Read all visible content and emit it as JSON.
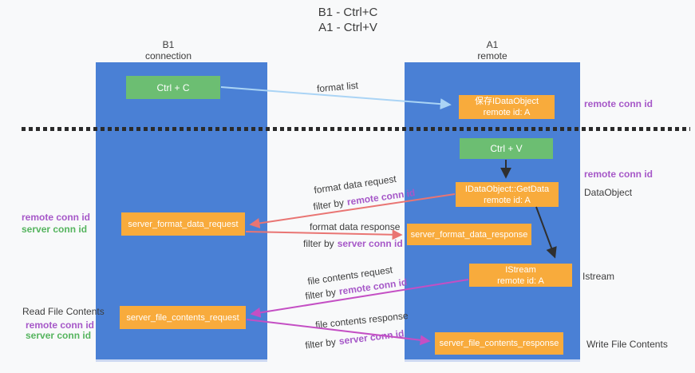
{
  "title": {
    "line1": "B1 - Ctrl+C",
    "line2": "A1 - Ctrl+V"
  },
  "lanes": {
    "left": {
      "name": "B1",
      "role": "connection"
    },
    "right": {
      "name": "A1",
      "role": "remote"
    }
  },
  "boxes": {
    "ctrl_c": {
      "label": "Ctrl + C"
    },
    "ctrl_v": {
      "label": "Ctrl + V"
    },
    "save_dataobject": {
      "line1": "保存IDataObject",
      "line2": "remote id: A"
    },
    "getdata": {
      "line1": "IDataObject::GetData",
      "line2": "remote id: A"
    },
    "istream": {
      "line1": "IStream",
      "line2": "remote id: A"
    },
    "server_format_data_request": {
      "label": "server_format_data_request"
    },
    "server_format_data_response": {
      "label": "server_format_data_response"
    },
    "server_file_contents_request": {
      "label": "server_file_contents_request"
    },
    "server_file_contents_response": {
      "label": "server_file_contents_response"
    }
  },
  "flow_labels": {
    "format_list": "format list",
    "format_data_request": "format data request",
    "format_data_response": "format data response",
    "file_contents_request": "file contents request",
    "file_contents_response": "file contents response",
    "filter_by": "filter by",
    "remote_conn_id": "remote conn id",
    "server_conn_id": "server conn id"
  },
  "side_labels": {
    "dataobject": "DataObject",
    "istream": "Istream",
    "read_file_contents": "Read File Contents",
    "write_file_contents": "Write File Contents"
  },
  "colors": {
    "lane_blue": "#4a80d5",
    "box_orange": "#f8ab3c",
    "box_green": "#6cbe72",
    "arrow_light_blue": "#aad4f5",
    "arrow_red": "#e97573",
    "arrow_magenta": "#c44fc4",
    "arrow_black": "#2f2f2f",
    "text_purple": "#a658c8",
    "text_green": "#55b45e",
    "background": "#f8f9fa"
  }
}
